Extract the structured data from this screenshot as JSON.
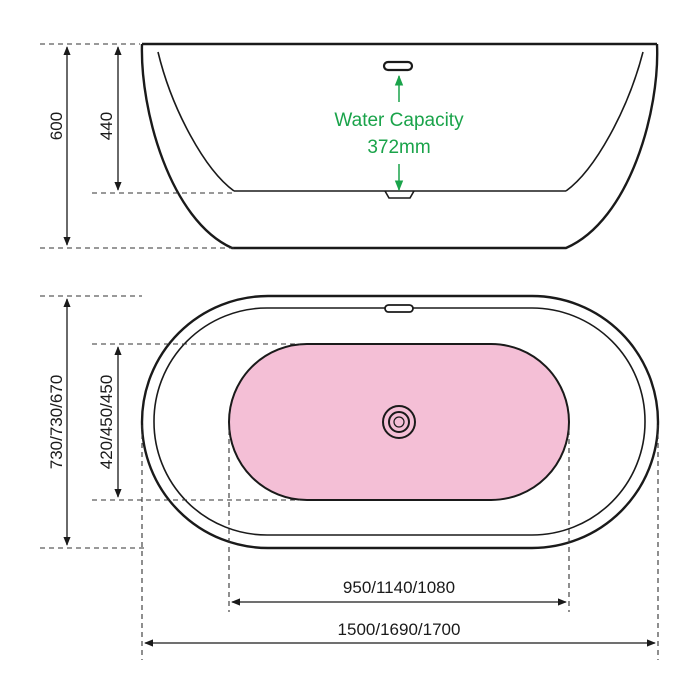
{
  "side_view": {
    "overall_height": "600",
    "water_depth": "440",
    "water_capacity_label": "Water Capacity",
    "water_capacity_value": "372mm"
  },
  "top_view": {
    "overall_width": "730/730/670",
    "inner_width": "420/450/450",
    "inner_length": "950/1140/1080",
    "overall_length": "1500/1690/1700"
  },
  "colors": {
    "water_capacity": "#1aa34a",
    "basin_fill": "#f4bfd6",
    "line": "#1a1a1a"
  }
}
